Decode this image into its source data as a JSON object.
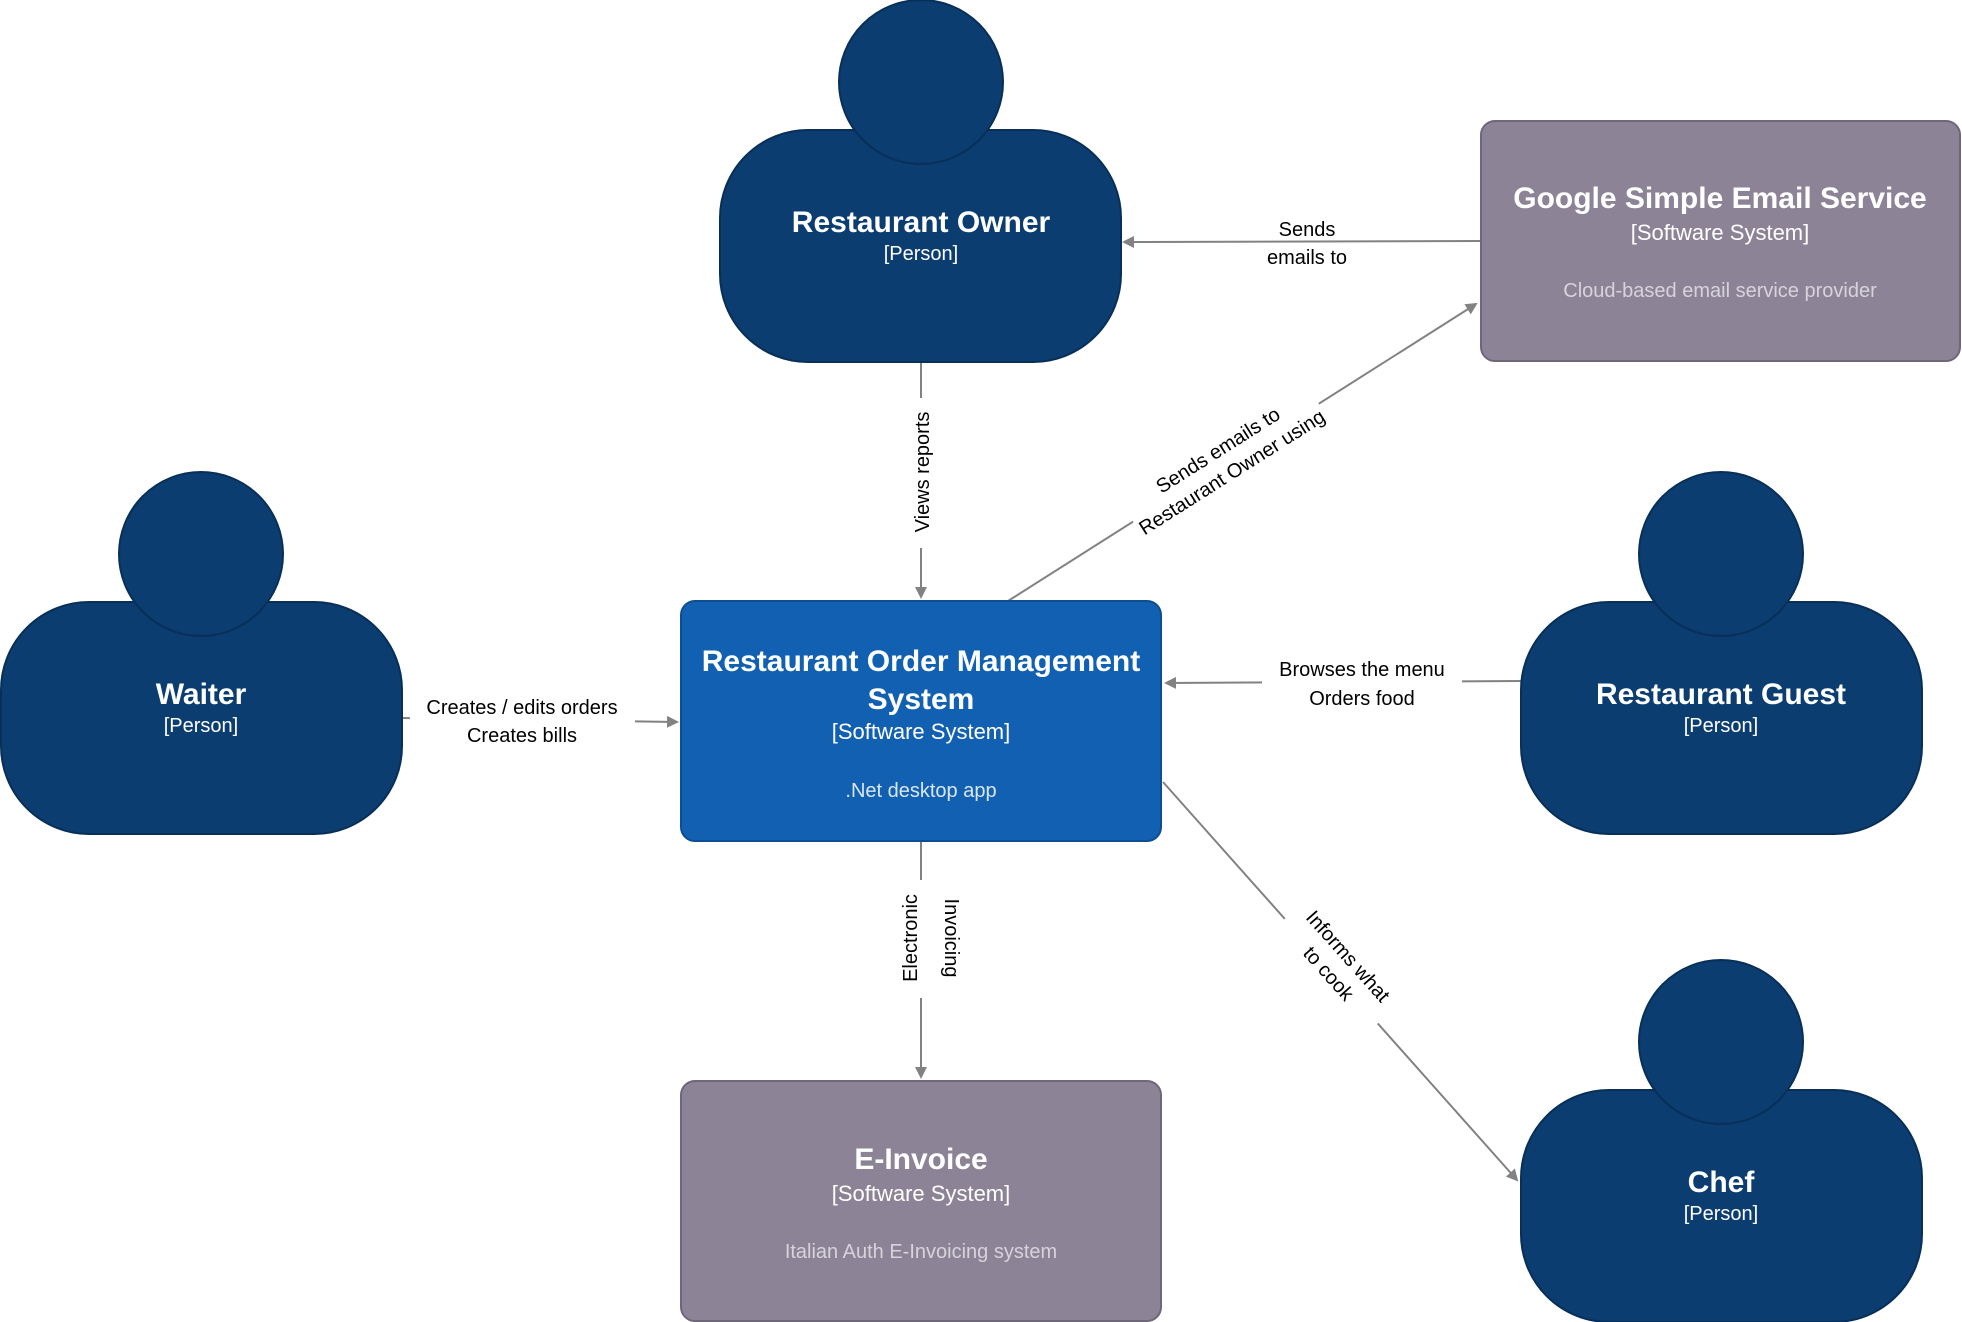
{
  "colors": {
    "person_fill": "#0b3d70",
    "person_stroke": "#082f57",
    "main_system_fill": "#1160b1",
    "main_system_stroke": "#0d4e92",
    "external_system_fill": "#8c8496",
    "external_system_stroke": "#6e6679",
    "arrow": "#828282",
    "label_text": "#000000",
    "external_desc_text": "#d7d3dc",
    "main_desc_text": "#dbe7f5"
  },
  "nodes": {
    "restaurant_owner": {
      "name": "Restaurant Owner",
      "type": "[Person]"
    },
    "waiter": {
      "name": "Waiter",
      "type": "[Person]"
    },
    "guest": {
      "name": "Restaurant Guest",
      "type": "[Person]"
    },
    "chef": {
      "name": "Chef",
      "type": "[Person]"
    },
    "roms": {
      "name_line1": "Restaurant Order Management",
      "name_line2": "System",
      "type": "[Software System]",
      "description": ".Net desktop app"
    },
    "gses": {
      "name": "Google Simple Email Service",
      "type": "[Software System]",
      "description": "Cloud-based email service provider"
    },
    "einvoice": {
      "name": "E-Invoice",
      "type": "[Software System]",
      "description": "Italian Auth E-Invoicing system"
    }
  },
  "edges": {
    "gses_to_owner": {
      "line1": "Sends",
      "line2": "emails to"
    },
    "owner_to_roms": {
      "line1": "Views reports"
    },
    "roms_to_gses": {
      "line1": "Sends emails to",
      "line2": "Restaurant Owner using"
    },
    "waiter_to_roms": {
      "line1": "Creates / edits orders",
      "line2": "Creates bills"
    },
    "guest_to_roms": {
      "line1": "Browses the menu",
      "line2": "Orders food"
    },
    "roms_to_einvoice": {
      "line1": "Electronic",
      "line2": "Invoicing"
    },
    "roms_to_chef": {
      "line1": "Informs what",
      "line2": "to cook"
    }
  }
}
